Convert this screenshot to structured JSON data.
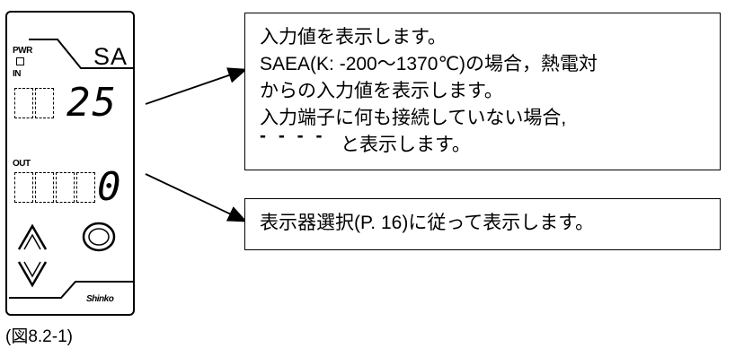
{
  "device": {
    "model_label": "SA",
    "pwr_label": "PWR",
    "in_label": "IN",
    "out_label": "OUT",
    "pv_digits": "25",
    "out_digits": "0",
    "brand_logo": "Shinko",
    "up_icon": "chevron-up-icon",
    "down_icon": "chevron-down-icon",
    "mode_icon": "mode-ring-icon"
  },
  "callout_input": {
    "line1": "入力値を表示します。",
    "line2": "SAEA(K: -200～1370℃)の場合，熱電対",
    "line3": "からの入力値を表示します。",
    "line4": "入力端子に何も接続していない場合,",
    "dashes": "- - - -",
    "line5": "と表示します。"
  },
  "callout_output": {
    "text": "表示器選択(P. 16)に従って表示します。"
  },
  "caption": "(図8.2-1)"
}
